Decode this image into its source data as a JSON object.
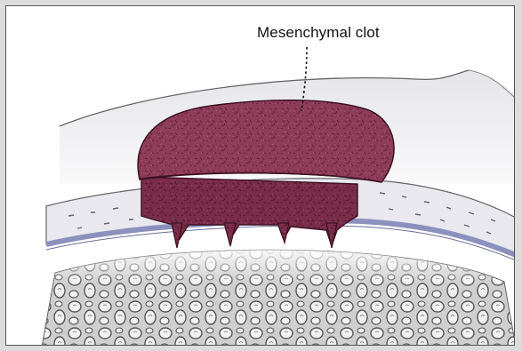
{
  "annotation": {
    "label": "Mesenchymal clot"
  },
  "colors": {
    "clot_fill": "#8a3a55",
    "clot_dark": "#6a2440",
    "cartilage": "#e6e6ec",
    "subchondral_line": "#8a8fb8",
    "bone": "#bdbdbd",
    "frame_border": "#555555"
  },
  "illustration": {
    "subject": "mesenchymal clot in a cartilage defect with channels into subchondral bone",
    "spike_count": 4
  }
}
